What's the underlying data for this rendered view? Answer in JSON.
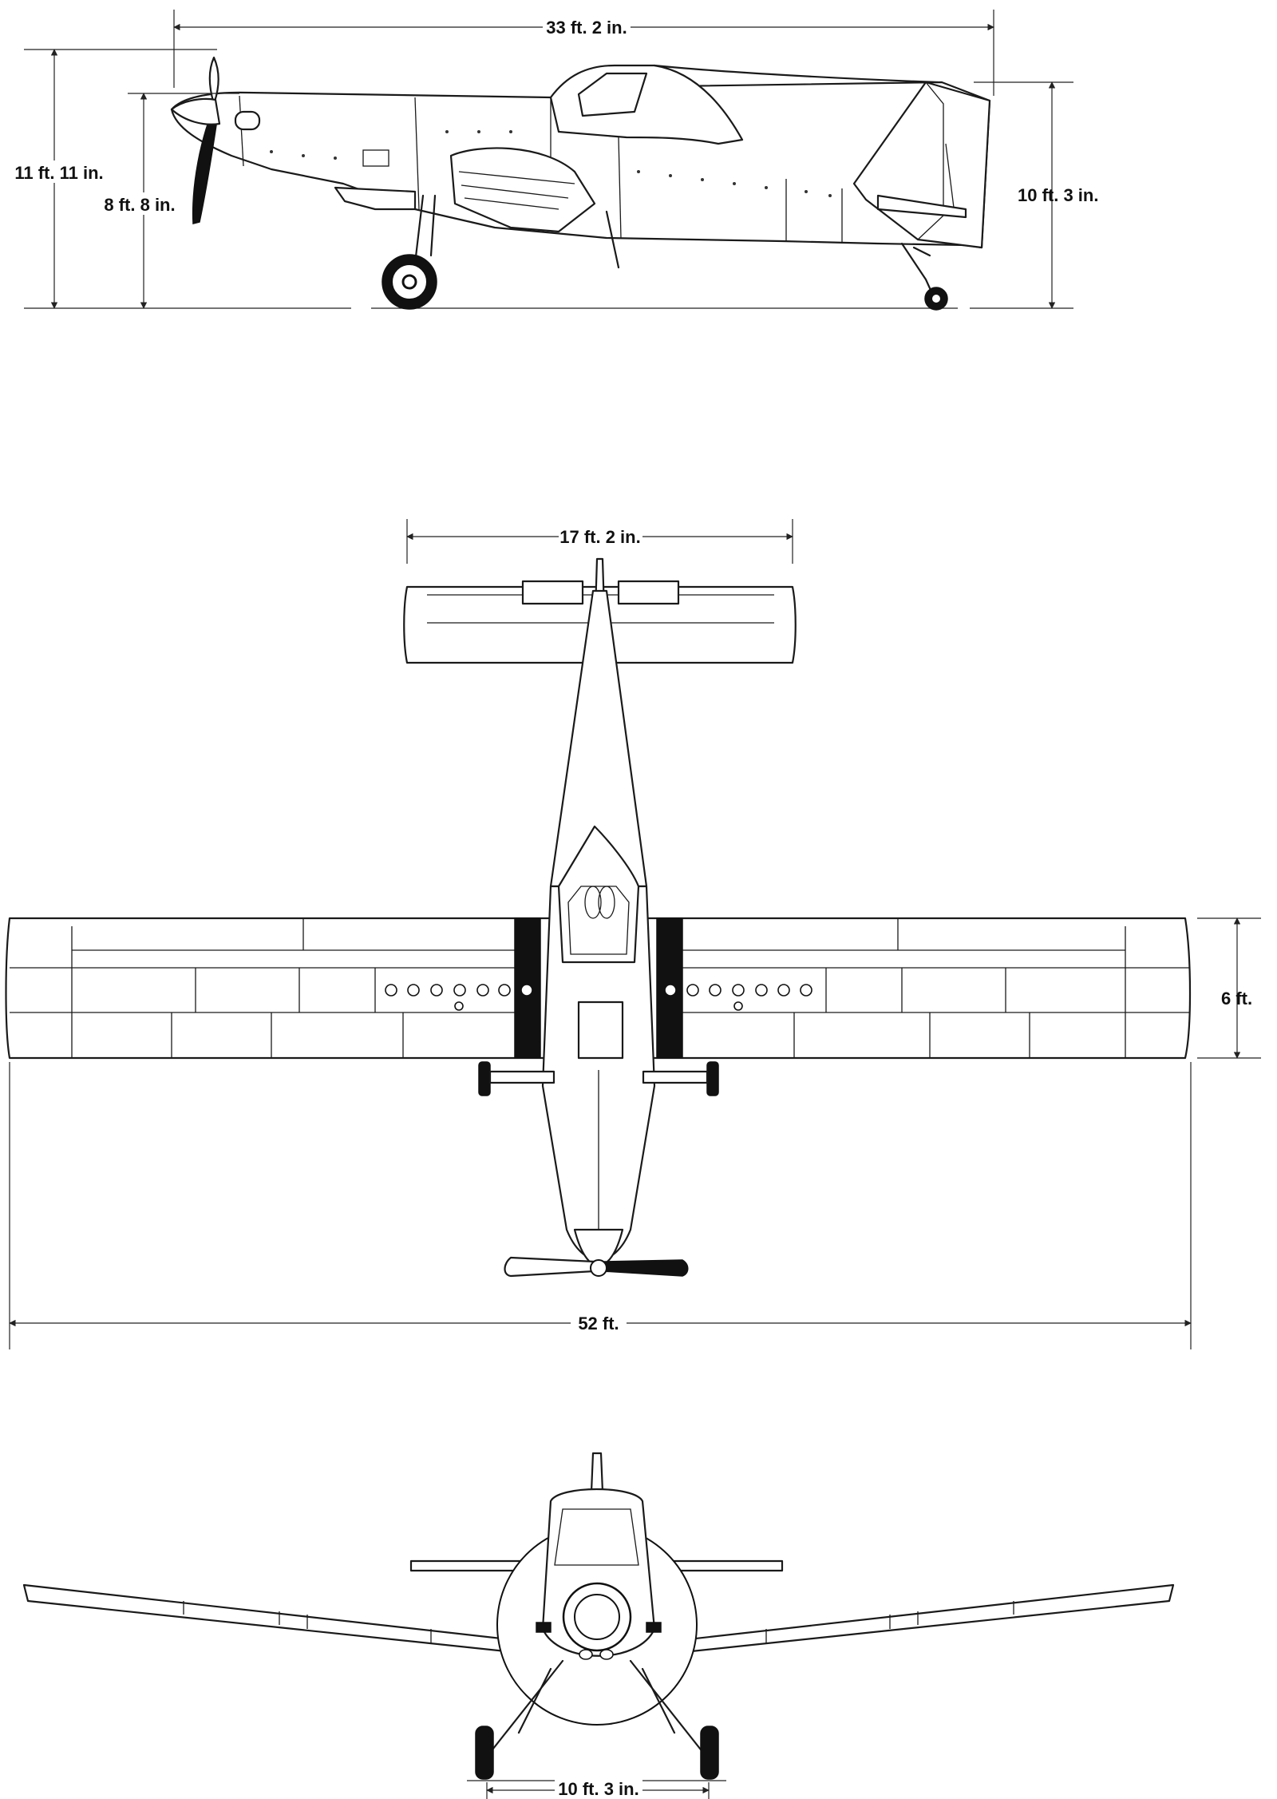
{
  "dimensions": {
    "side_length": "33 ft. 2 in.",
    "overall_height": "11 ft. 11 in.",
    "height_to_canopy": "8 ft. 8 in.",
    "tail_height": "10 ft. 3 in.",
    "tailplane_span": "17 ft. 2 in.",
    "wing_chord": "6 ft.",
    "wingspan": "52 ft.",
    "wheel_track": "10 ft. 3 in."
  },
  "colors": {
    "ink": "#1a1a1a",
    "background": "#ffffff"
  }
}
